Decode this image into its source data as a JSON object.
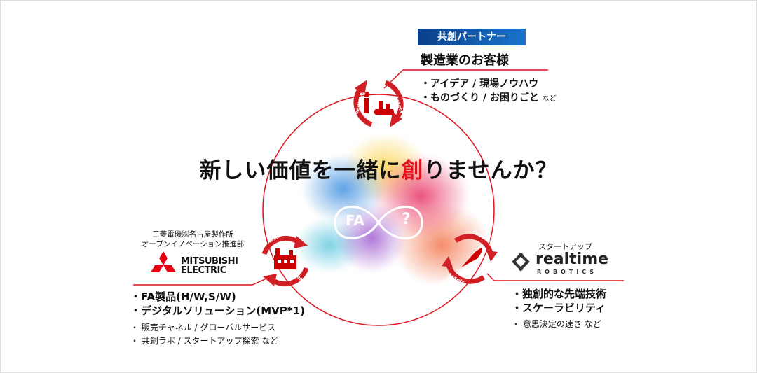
{
  "headline": {
    "before": "新しい価値を一緒に",
    "highlight": "創",
    "after": "りませんか？"
  },
  "center_logo": {
    "left": "FA",
    "right": "?"
  },
  "top": {
    "badge": "共創パートナー",
    "title": "製造業のお客様",
    "bullets": [
      "・アイデア / 現場ノウハウ",
      "・ものづくり / お困りごと"
    ],
    "suffix": "など",
    "cycle_labels": [
      "Feedback",
      "Assets"
    ]
  },
  "left": {
    "org_line1": "三菱電機㈱名古屋製作所",
    "org_line2": "オープンイノベーション推進部",
    "logo_line1": "MITSUBISHI",
    "logo_line2": "ELECTRIC",
    "bullets_bold": [
      "・FA製品(H/W,S/W)",
      "・デジタルソリューション(MVP*1)"
    ],
    "bullets": [
      "・ 販売チャネル / グローバルサービス",
      "・ 共創ラボ / スタートアップ探索 など"
    ],
    "cycle_labels": [
      "Asset",
      "Feedback"
    ]
  },
  "right": {
    "category": "スタートアップ",
    "logo_line1": "realtime",
    "logo_line2": "ROBOTICS",
    "bullets_bold": [
      "・独創的な先端技術",
      "・スケーラビリティ"
    ],
    "bullets": [
      "・ 意思決定の速さ など"
    ],
    "cycle_labels": [
      "Feedback",
      "Assets"
    ]
  },
  "colors": {
    "accent": "#e0141e",
    "badge": "#0b3f8a"
  }
}
